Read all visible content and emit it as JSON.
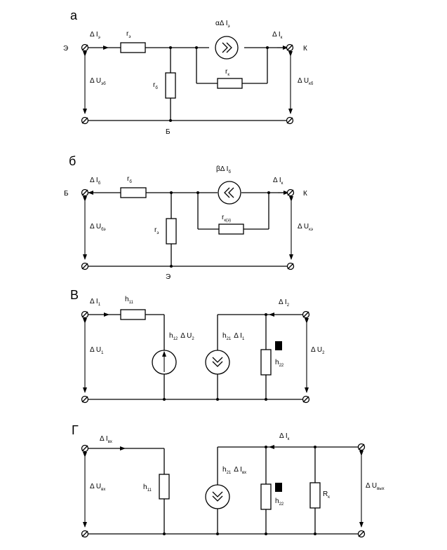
{
  "panels": {
    "a": {
      "letter": "а",
      "node_e": "Э",
      "node_k": "К",
      "node_b": "Б",
      "di_e": "Δ I",
      "di_e_sub": "э",
      "r_e": "r",
      "r_e_sub": "э",
      "src": "αΔ I",
      "src_sub": "э",
      "di_k": "Δ I",
      "di_k_sub": "к",
      "r_k": "r",
      "r_k_sub": "к",
      "r_b": "r",
      "r_b_sub": "б",
      "du_in": "Δ U",
      "du_in_sub": "эб",
      "du_out": "Δ U",
      "du_out_sub": "кб"
    },
    "b": {
      "letter": "б",
      "node_b": "Б",
      "node_k": "К",
      "node_e": "Э",
      "di_b": "Δ I",
      "di_b_sub": "б",
      "r_b": "r",
      "r_b_sub": "б",
      "src": "βΔ I",
      "src_sub": "б",
      "di_k": "Δ I",
      "di_k_sub": "к",
      "r_k": "r",
      "r_k_sub": "к(э)",
      "r_e": "r",
      "r_e_sub": "э",
      "du_in": "Δ U",
      "du_in_sub": "бэ",
      "du_out": "Δ U",
      "du_out_sub": "кэ"
    },
    "c": {
      "letter": "В",
      "di1": "Δ I",
      "di1_sub": "1",
      "h11": "h",
      "h11_sub": "11",
      "vsrc": "h",
      "vsrc_sub": "12",
      "vsrc_tail": "Δ U",
      "vsrc_tail_sub": "2",
      "isrc": "h",
      "isrc_sub": "21",
      "isrc_tail": "Δ I",
      "isrc_tail_sub": "1",
      "di2": "Δ I",
      "di2_sub": "2",
      "h22": "h",
      "h22_sub": "22",
      "du1": "Δ U",
      "du1_sub": "1",
      "du2": "Δ U",
      "du2_sub": "2"
    },
    "d": {
      "letter": "Г",
      "di_in": "Δ I",
      "di_in_sub": "вх",
      "du_in": "Δ U",
      "du_in_sub": "вх",
      "h11": "h",
      "h11_sub": "11",
      "isrc": "h",
      "isrc_sub": "21",
      "isrc_tail": "Δ I",
      "isrc_tail_sub": "вх",
      "di_k": "Δ I",
      "di_k_sub": "к",
      "h22": "h",
      "h22_sub": "22",
      "rk": "R",
      "rk_sub": "к",
      "du_out": "Δ U",
      "du_out_sub": "вых"
    }
  }
}
